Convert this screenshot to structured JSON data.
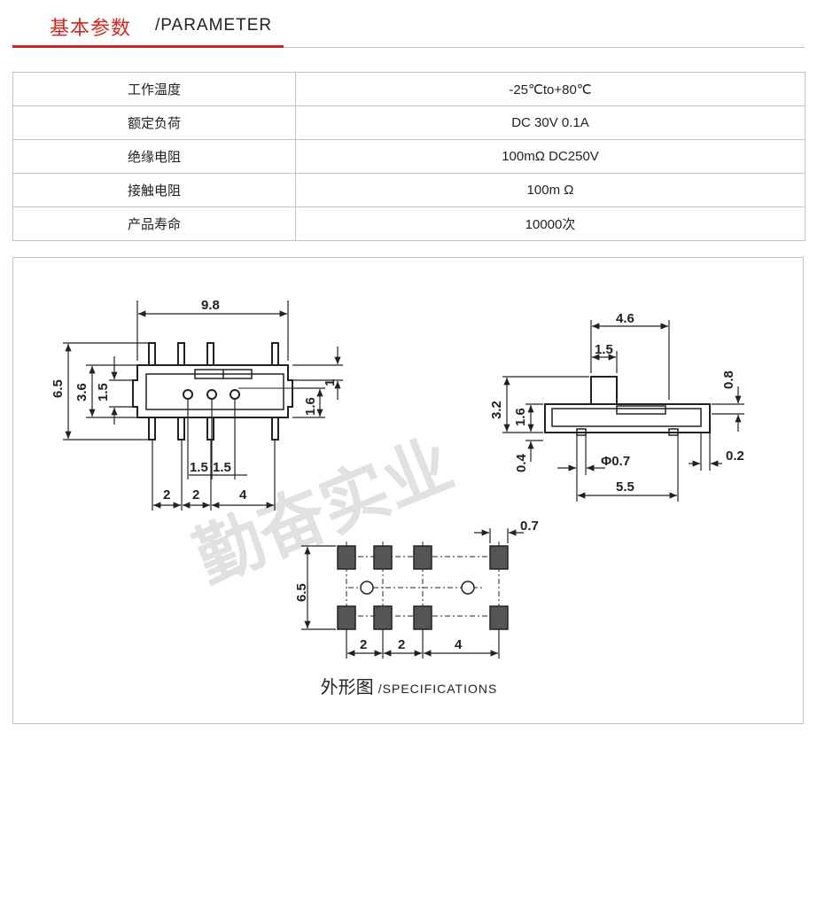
{
  "header": {
    "title_cn": "基本参数",
    "title_en": "/PARAMETER"
  },
  "params": [
    {
      "label": "工作温度",
      "value": "-25℃to+80℃"
    },
    {
      "label": "额定负荷",
      "value": "DC 30V 0.1A"
    },
    {
      "label": "绝缘电阻",
      "value": "100mΩ  DC250V"
    },
    {
      "label": "接触电阻",
      "value": "100m Ω"
    },
    {
      "label": "产品寿命",
      "value": "10000次"
    }
  ],
  "drawing": {
    "watermark": "勤奋实业",
    "front_view": {
      "width": "9.8",
      "height": "6.5",
      "body": "3.6",
      "slot": "1.5",
      "pin_gap": "1",
      "pin_len": "1.6",
      "spacing_a": "1.5",
      "spacing_b": "1.5",
      "pitch1": "2",
      "pitch2": "2",
      "pitch3": "4"
    },
    "side_view": {
      "top": "4.6",
      "knob": "1.5",
      "height": "3.2",
      "body": "1.6",
      "knob_h": "0.8",
      "foot": "0.4",
      "hole": "Φ0.7",
      "thick": "0.2",
      "span": "5.5"
    },
    "footprint": {
      "pad": "0.7",
      "height": "6.5",
      "pitch1": "2",
      "pitch2": "2",
      "pitch3": "4"
    },
    "caption_cn": "外形图",
    "caption_en": "/SPECIFICATIONS"
  }
}
